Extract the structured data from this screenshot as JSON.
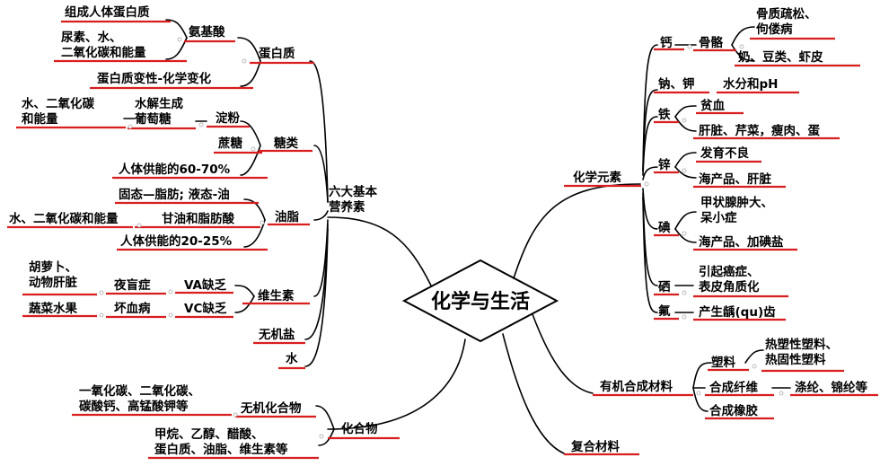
{
  "center": "化学与生活",
  "left": {
    "title": "六大基本\n营养素",
    "protein": {
      "label": "蛋白质",
      "amino": "氨基酸",
      "form": "组成人体蛋白质",
      "products": "尿素、水、\n二氧化碳和能量",
      "denature": "蛋白质变性-化学变化"
    },
    "sugar": {
      "label": "糖类",
      "starch": "淀粉",
      "hydrolysis": "水解生成\n葡萄糖",
      "products": "水、二氧化碳\n和能量",
      "sucrose": "蔗糖",
      "supply": "人体供能的60-70%"
    },
    "fat": {
      "label": "油脂",
      "state": "固态—脂肪; 液态-油",
      "glycerol": "甘油和脂肪酸",
      "products": "水、二氧化碳和能量",
      "supply": "人体供能的20-25%"
    },
    "vitamin": {
      "label": "维生素",
      "va": "VA缺乏",
      "nightblind": "夜盲症",
      "va_source": "胡萝卜、\n动物肝脏",
      "vc": "VC缺乏",
      "scurvy": "坏血病",
      "vc_source": "蔬菜水果"
    },
    "mineral": "无机盐",
    "water": "水",
    "compound": {
      "label": "化合物",
      "inorganic": "无机化合物",
      "inorganic_ex": "一氧化碳、二氧化碳、\n碳酸钙、高锰酸钾等",
      "organic_ex": "甲烷、乙醇、醋酸、\n蛋白质、油脂、维生素等"
    }
  },
  "right": {
    "elements": {
      "label": "化学元素",
      "ca": "钙",
      "bone": "骨骼",
      "osteo": "骨质疏松、\n佝偻病",
      "ca_source": "奶、豆类、虾皮",
      "nak": "钠、钾",
      "nak_role": "水分和pH",
      "fe": "铁",
      "anemia": "贫血",
      "fe_source": "肝脏、芹菜，瘦肉、蛋",
      "zn": "锌",
      "growth": "发育不良",
      "zn_source": "海产品、肝脏",
      "i": "碘",
      "thyroid": "甲状腺肿大、\n呆小症",
      "i_source": "海产品、加碘盐",
      "se": "硒",
      "cancer": "引起癌症、\n表皮角质化",
      "f": "氟",
      "caries": "产生龋(qu)齿"
    },
    "synthetic": {
      "label": "有机合成材料",
      "plastic": "塑料",
      "plastic_types": "热塑性塑料、\n热固性塑料",
      "fiber": "合成纤维",
      "fiber_ex": "涤纶、锦纶等",
      "rubber": "合成橡胶"
    },
    "composite": "复合材料"
  },
  "colors": {
    "line": "#000000",
    "underline": "#d81e1e",
    "dot": "#bbbbbb"
  }
}
